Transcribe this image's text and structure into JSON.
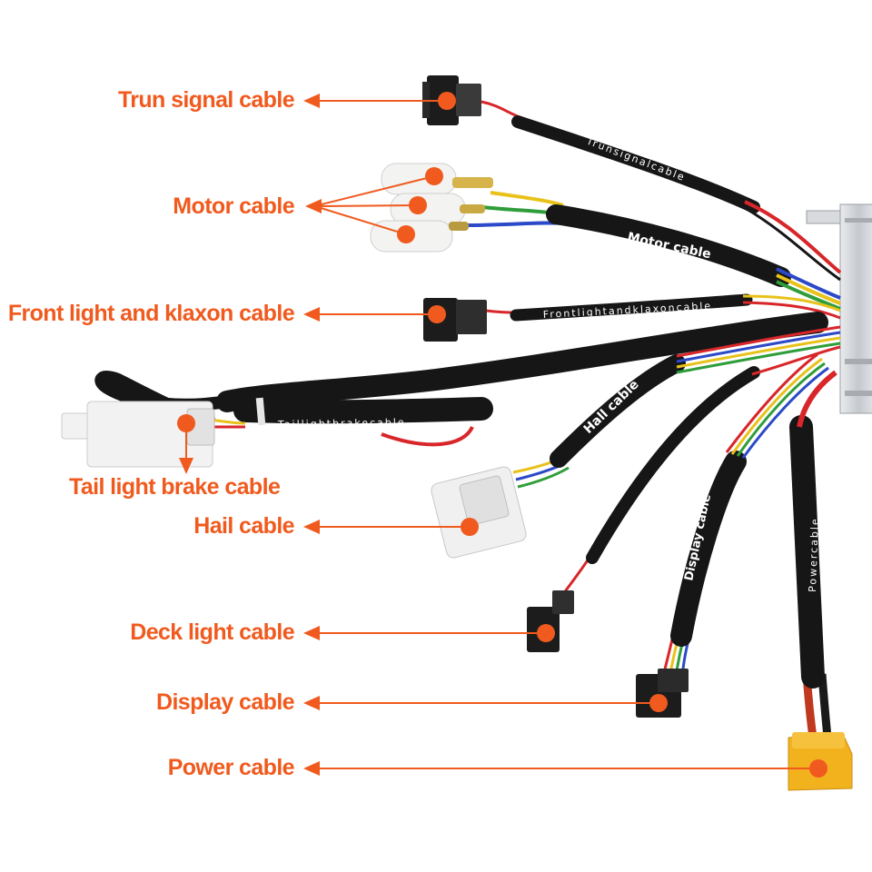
{
  "colors": {
    "accent": "#f05a1e",
    "sleeve": "#161616",
    "wire_red": "#d8262a",
    "wire_yellow": "#e8c21a",
    "wire_green": "#2f9e3a",
    "wire_blue": "#2c49c8",
    "connector_white": "#f2f2f2",
    "connector_black": "#1c1c1c",
    "connector_yellow": "#f2b21e",
    "housing_silver": "#cfd2d6"
  },
  "callouts": {
    "turn_signal": "Trun signal cable",
    "motor": "Motor cable",
    "front_light": "Front light and klaxon cable",
    "tail_light": "Tail light brake cable",
    "hall": "Hail cable",
    "deck_light": "Deck light cable",
    "display": "Display cable",
    "power": "Power cable"
  },
  "sleeve_labels": {
    "turn_signal": "Trunsignalcable",
    "motor": "Motor cable",
    "front_light": "Frontlightandklaxoncable",
    "tail_light": "Taillightbrakecable",
    "hall": "Hall cable",
    "display": "Display cable",
    "power": "Powercable"
  },
  "icons": {
    "arrow": "arrow-left-icon",
    "marker": "dot-marker-icon"
  }
}
